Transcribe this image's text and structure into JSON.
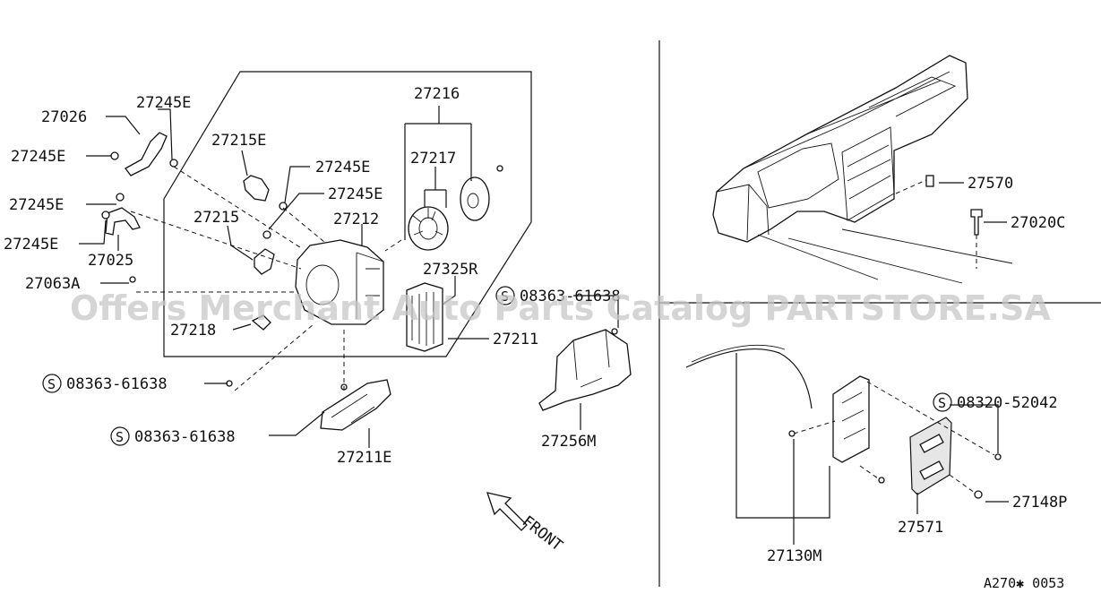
{
  "labels": {
    "p27026": "27026",
    "p27245E_a": "27245E",
    "p27245E_b": "27245E",
    "p27245E_c": "27245E",
    "p27245E_d": "27245E",
    "p27245E_e": "27245E",
    "p27245E_f": "27245E",
    "p27215E": "27215E",
    "p27215": "27215",
    "p27212": "27212",
    "p27216": "27216",
    "p27217": "27217",
    "p27325R": "27325R",
    "p27025": "27025",
    "p27063A": "27063A",
    "p27218": "27218",
    "p27211": "27211",
    "p27211E": "27211E",
    "p08363_a": "08363-61638",
    "p08363_b": "08363-61638",
    "p08363_c": "08363-61638",
    "p27256M": "27256M",
    "p27570": "27570",
    "p27020C": "27020C",
    "p08320": "08320-52042",
    "p27148P": "27148P",
    "p27571": "27571",
    "p27130M": "27130M",
    "front": "FRONT",
    "s_symbol": "S"
  },
  "watermark": "Offers Merchant Auto Parts Catalog PARTSTORE.SA",
  "diagram_code": "A270✱ 0053"
}
